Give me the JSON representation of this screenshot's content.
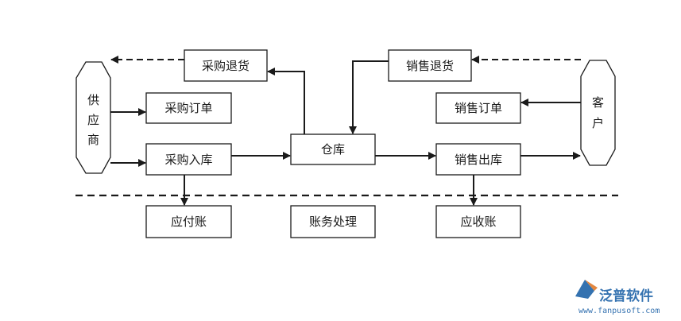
{
  "diagram": {
    "nodes": {
      "supplier": "供应商",
      "customer": "客户",
      "purchase_return": "采购退货",
      "purchase_order": "采购订单",
      "purchase_stockin": "采购入库",
      "warehouse": "仓库",
      "sales_return": "销售退货",
      "sales_order": "销售订单",
      "sales_stockout": "销售出库",
      "payable": "应付账",
      "accounting": "账务处理",
      "receivable": "应收账"
    }
  },
  "watermark": {
    "brand": "泛普软件",
    "url": "www.fanpusoft.com",
    "logo_icon": "fanpu-logo-icon"
  },
  "colors": {
    "stroke": "#1a1a1a",
    "brand": "#1f63a8",
    "brand_accent": "#e07a2a"
  }
}
